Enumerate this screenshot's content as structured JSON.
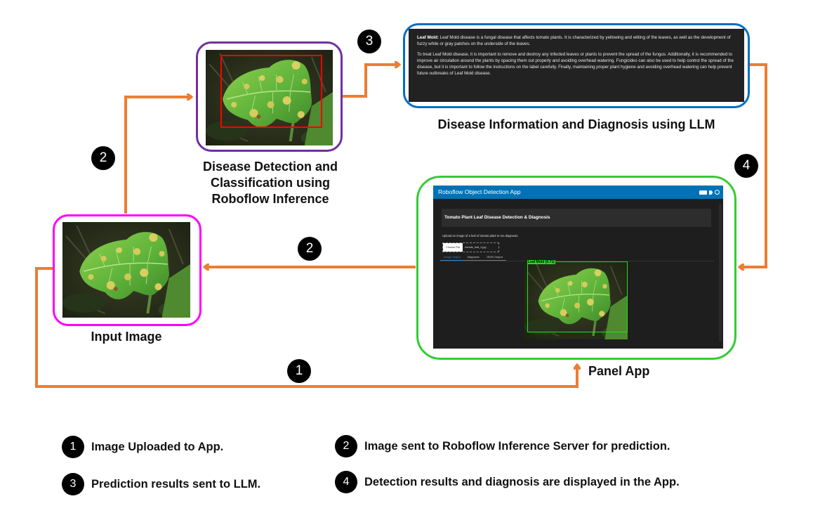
{
  "colors": {
    "arrow": "#ED7D31",
    "input_border": "#FF00FF",
    "detection_border": "#7030A0",
    "llm_border": "#0070C0",
    "app_border": "#33CC33",
    "detection_bbox": "#FF0000",
    "app_bbox": "#22DD22",
    "app_header": "#0072B5",
    "badge": "#000000"
  },
  "nodes": {
    "input": {
      "caption": "Input Image",
      "icon": "leaf-photo"
    },
    "detection": {
      "caption_lines": [
        "Disease Detection and",
        "Classification using",
        "Roboflow Inference"
      ],
      "icon": "leaf-photo-with-bbox"
    },
    "llm": {
      "caption": "Disease Information and Diagnosis using LLM",
      "para1_label": "Leaf Mold:",
      "para1_text": " Leaf Mold disease is a fungal disease that affects tomato plants. It is characterized by yellowing and wilting of the leaves, as well as the development of fuzzy white or gray patches on the underside of the leaves.",
      "para2_text": "To treat Leaf Mold disease, it is important to remove and destroy any infected leaves or plants to prevent the spread of the fungus. Additionally, it is recommended to improve air circulation around the plants by spacing them out properly and avoiding overhead watering. Fungicides can also be used to help control the spread of the disease, but it is important to follow the instructions on the label carefully. Finally, maintaining proper plant hygiene and avoiding overhead watering can help prevent future outbreaks of Leaf Mold disease."
    },
    "app": {
      "caption": "Panel App",
      "header_title": "Roboflow Object Detection App",
      "header_icons": [
        "toggle-icon",
        "moon-icon",
        "circle-icon"
      ],
      "card_title": "Tomato Plant Leaf Disease Detection & Diagnosis",
      "description": "Upload an image of a leaf of tomato plant to run diagnosis.",
      "file_button": "Choose File",
      "file_name": "tomato_leaf_2.jpg",
      "tabs": [
        {
          "label": "Image Output",
          "active": true
        },
        {
          "label": "Diagnosis",
          "active": false
        },
        {
          "label": "JSON Output",
          "active": false
        }
      ],
      "detection_label": "Leaf Mold (0.71)"
    }
  },
  "badges": {
    "b1": "1",
    "b2_top": "2",
    "b2_mid": "2",
    "b3": "3",
    "b4": "4"
  },
  "legend": [
    {
      "number": "1",
      "text": "Image Uploaded to App."
    },
    {
      "number": "2",
      "text": "Image sent to Roboflow Inference Server for prediction."
    },
    {
      "number": "3",
      "text": "Prediction results sent to LLM."
    },
    {
      "number": "4",
      "text": "Detection results and diagnosis are displayed in the App."
    }
  ]
}
